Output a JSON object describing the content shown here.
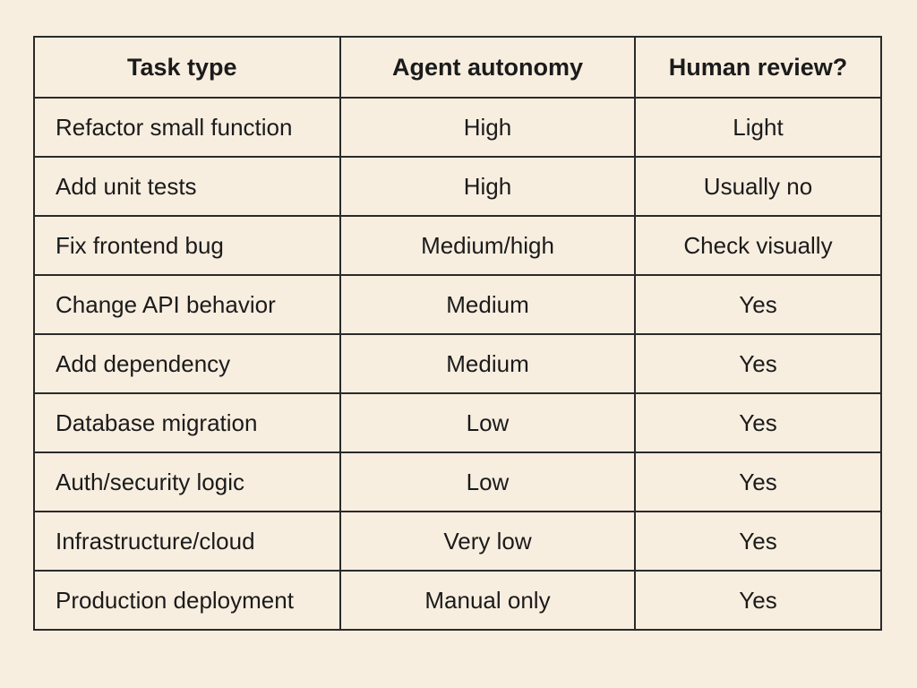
{
  "table": {
    "headers": [
      "Task type",
      "Agent autonomy",
      "Human review?"
    ],
    "rows": [
      [
        "Refactor small function",
        "High",
        "Light"
      ],
      [
        "Add unit tests",
        "High",
        "Usually no"
      ],
      [
        "Fix frontend bug",
        "Medium/high",
        "Check visually"
      ],
      [
        "Change API behavior",
        "Medium",
        "Yes"
      ],
      [
        "Add dependency",
        "Medium",
        "Yes"
      ],
      [
        "Database migration",
        "Low",
        "Yes"
      ],
      [
        "Auth/security logic",
        "Low",
        "Yes"
      ],
      [
        "Infrastructure/cloud",
        "Very low",
        "Yes"
      ],
      [
        "Production deployment",
        "Manual only",
        "Yes"
      ]
    ]
  }
}
